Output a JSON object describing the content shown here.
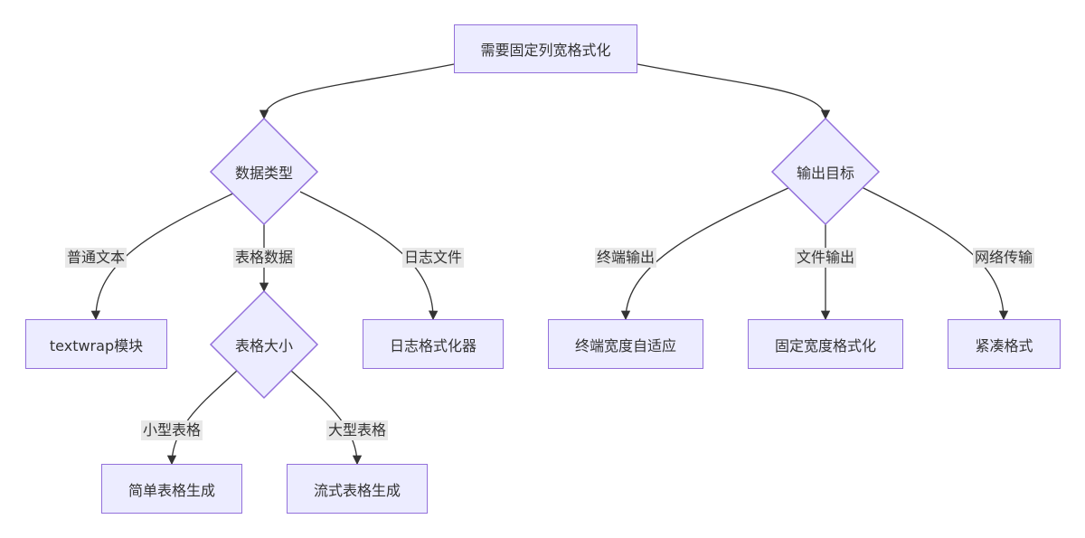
{
  "nodes": {
    "root": "需要固定列宽格式化",
    "data_type": "数据类型",
    "output_target": "输出目标",
    "textwrap": "textwrap模块",
    "table_size": "表格大小",
    "log_formatter": "日志格式化器",
    "terminal_adaptive": "终端宽度自适应",
    "fixed_width": "固定宽度格式化",
    "compact": "紧凑格式",
    "simple_table": "简单表格生成",
    "stream_table": "流式表格生成"
  },
  "edges": {
    "plain_text": "普通文本",
    "table_data": "表格数据",
    "log_file": "日志文件",
    "terminal_output": "终端输出",
    "file_output": "文件输出",
    "network_transfer": "网络传输",
    "small_table": "小型表格",
    "large_table": "大型表格"
  },
  "colors": {
    "node_fill": "#ececff",
    "node_stroke": "#9370db",
    "edge": "#333333",
    "label_bg": "#e8e8e8",
    "text": "#333333"
  }
}
